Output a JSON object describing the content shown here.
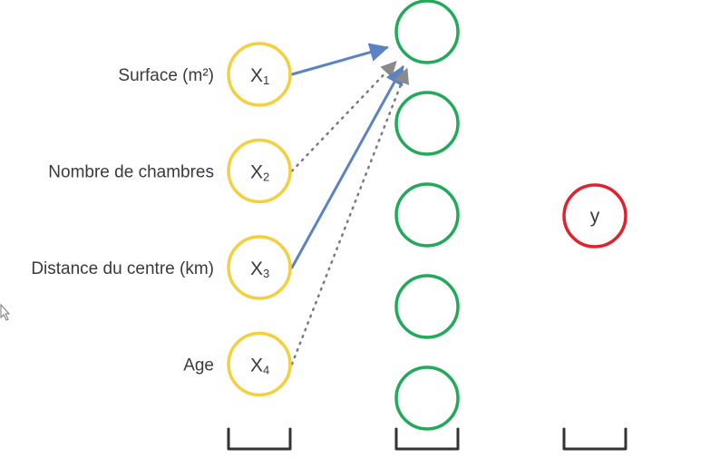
{
  "colors": {
    "input": "#f4d03f",
    "hidden": "#22a95a",
    "output": "#e1222e",
    "solid_arrow": "#5b82c2",
    "dotted_arrow": "#7a7a7a",
    "bracket": "#333333",
    "text": "#3a3a3a"
  },
  "inputs": [
    {
      "label": "Surface (m²)",
      "var": "X",
      "sub": "1"
    },
    {
      "label": "Nombre de chambres",
      "var": "X",
      "sub": "2"
    },
    {
      "label": "Distance du centre (km)",
      "var": "X",
      "sub": "3"
    },
    {
      "label": "Age",
      "var": "X",
      "sub": "4"
    }
  ],
  "hidden_count": 5,
  "output": {
    "label": "y"
  },
  "connections": [
    {
      "from": 0,
      "to": 0,
      "style": "solid"
    },
    {
      "from": 1,
      "to": 0,
      "style": "dotted"
    },
    {
      "from": 2,
      "to": 0,
      "style": "solid"
    },
    {
      "from": 3,
      "to": 0,
      "style": "dotted"
    }
  ],
  "cursor_icon": "mouse-pointer-icon"
}
